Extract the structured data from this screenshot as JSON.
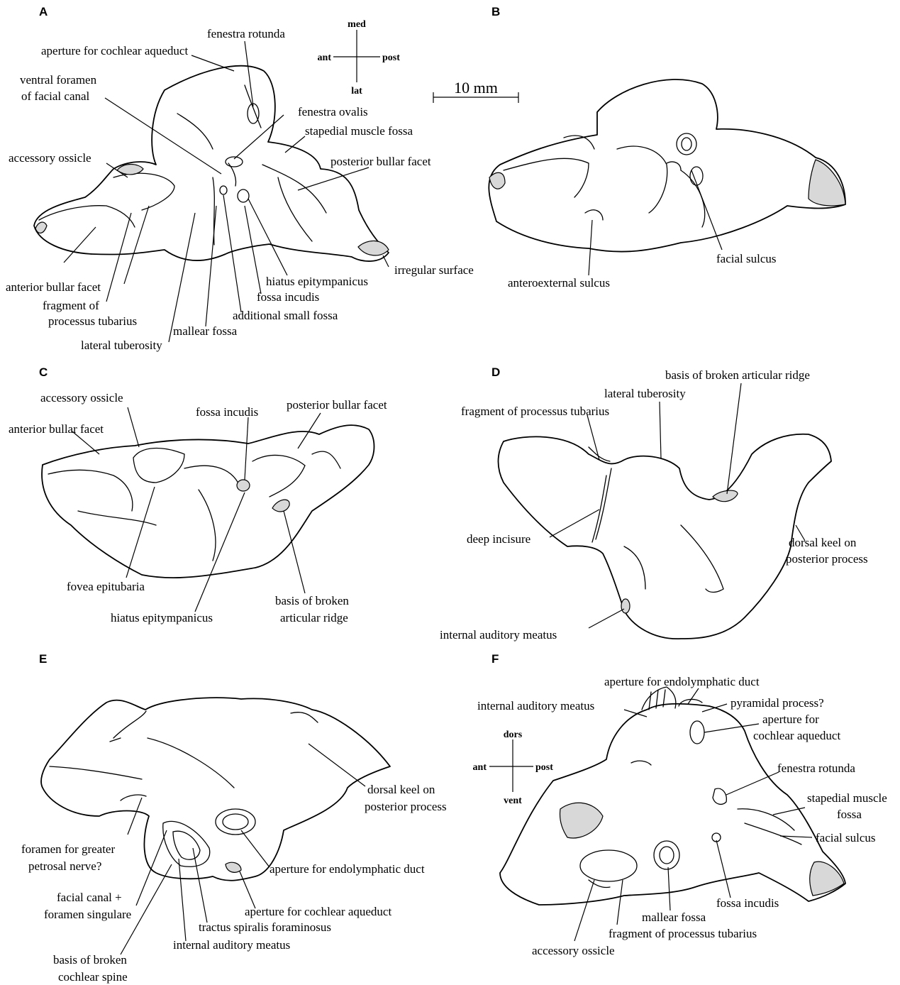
{
  "panels": {
    "A": {
      "letter": "A",
      "labels": {
        "fenestra_rotunda": "fenestra rotunda",
        "aperture_cochlear_aqueduct": "aperture for cochlear aqueduct",
        "ventral_foramen_1": "ventral foramen",
        "ventral_foramen_2": "of facial canal",
        "fenestra_ovalis": "fenestra ovalis",
        "stapedial_muscle_fossa": "stapedial muscle fossa",
        "accessory_ossicle": "accessory ossicle",
        "posterior_bullar_facet": "posterior bullar facet",
        "irregular_surface": "irregular surface",
        "hiatus_epitympanicus": "hiatus epitympanicus",
        "fossa_incudis": "fossa incudis",
        "additional_small_fossa": "additional small fossa",
        "anterior_bullar_facet": "anterior bullar facet",
        "fragment_1": "fragment of",
        "fragment_2": "processus tubarius",
        "mallear_fossa": "mallear fossa",
        "lateral_tuberosity": "lateral tuberosity"
      },
      "compass": {
        "top": "med",
        "left": "ant",
        "right": "post",
        "bottom": "lat"
      }
    },
    "scale_bar": {
      "label": "10 mm"
    },
    "B": {
      "letter": "B",
      "labels": {
        "facial_sulcus": "facial sulcus",
        "anteroexternal_sulcus": "anteroexternal sulcus"
      }
    },
    "C": {
      "letter": "C",
      "labels": {
        "accessory_ossicle": "accessory ossicle",
        "anterior_bullar_facet": "anterior bullar facet",
        "fossa_incudis": "fossa incudis",
        "posterior_bullar_facet": "posterior bullar facet",
        "fovea_epitubaria": "fovea epitubaria",
        "hiatus_epitympanicus": "hiatus epitympanicus",
        "basis_broken_1": "basis of broken",
        "basis_broken_2": "articular ridge"
      }
    },
    "D": {
      "letter": "D",
      "labels": {
        "basis_broken_articular_ridge": "basis of broken articular ridge",
        "lateral_tuberosity": "lateral tuberosity",
        "fragment_processus_tubarius": "fragment of processus tubarius",
        "deep_incisure": "deep incisure",
        "dorsal_keel_1": "dorsal keel on",
        "dorsal_keel_2": "posterior process",
        "internal_auditory_meatus": "internal auditory meatus"
      }
    },
    "E": {
      "letter": "E",
      "labels": {
        "dorsal_keel_1": "dorsal keel on",
        "dorsal_keel_2": "posterior process",
        "foramen_greater_1": "foramen for greater",
        "foramen_greater_2": "petrosal nerve?",
        "aperture_endolymphatic_duct": "aperture for endolymphatic duct",
        "facial_canal_1": "facial canal +",
        "facial_canal_2": "foramen singulare",
        "aperture_cochlear_aqueduct": "aperture for cochlear aqueduct",
        "tractus_spiralis": "tractus spiralis foraminosus",
        "internal_auditory_meatus": "internal auditory meatus",
        "basis_cochlear_1": "basis of broken",
        "basis_cochlear_2": "cochlear spine"
      }
    },
    "F": {
      "letter": "F",
      "labels": {
        "aperture_endolymphatic_duct": "aperture for endolymphatic duct",
        "internal_auditory_meatus": "internal auditory meatus",
        "pyramidal_process": "pyramidal process?",
        "aperture_cochlear_1": "aperture for",
        "aperture_cochlear_2": "cochlear aqueduct",
        "fenestra_rotunda": "fenestra rotunda",
        "stapedial_1": "stapedial muscle",
        "stapedial_2": "fossa",
        "facial_sulcus": "facial sulcus",
        "fossa_incudis": "fossa incudis",
        "mallear_fossa": "mallear fossa",
        "fragment_processus_tubarius": "fragment of processus tubarius",
        "accessory_ossicle": "accessory ossicle"
      },
      "compass": {
        "top": "dors",
        "left": "ant",
        "right": "post",
        "bottom": "vent"
      }
    }
  }
}
